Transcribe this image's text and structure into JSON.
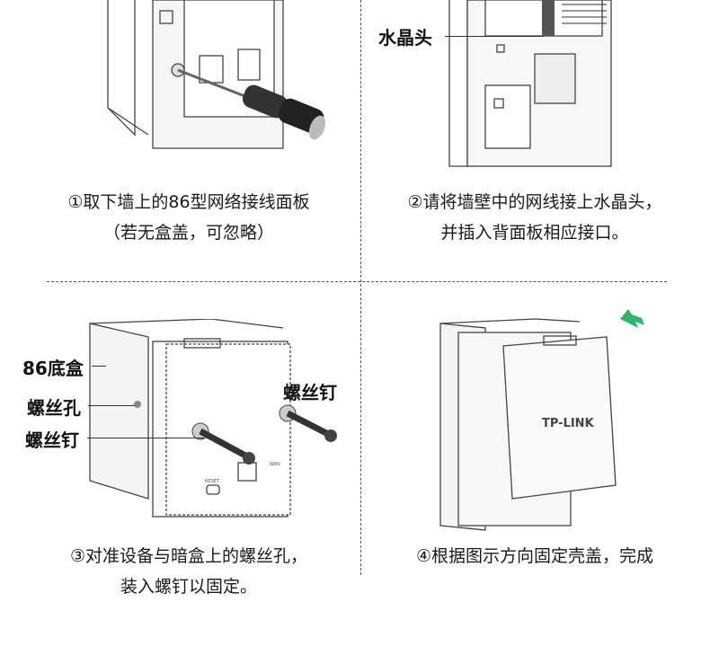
{
  "steps": [
    {
      "line1": "①取下墙上的86型网络接线面板",
      "line2": "（若无盒盖，可忽略）"
    },
    {
      "line1": "②请将墙壁中的网线接上水晶头，",
      "line2": "并插入背面板相应接口。"
    },
    {
      "line1": "③对准设备与暗盒上的螺丝孔，",
      "line2": "装入螺钉以固定。"
    },
    {
      "line1": "④根据图示方向固定壳盖，完成",
      "line2": ""
    }
  ],
  "callouts": {
    "crystal_head": "水晶头",
    "box_86": "86底盒",
    "screw_hole": "螺丝孔",
    "screw_left": "螺丝钉",
    "screw_right": "螺丝钉"
  },
  "device": {
    "brand": "TP-LINK",
    "port_label": "RESET",
    "port_label2": "WAN"
  },
  "colors": {
    "arrow": "#2fb36d",
    "line": "#555555"
  }
}
